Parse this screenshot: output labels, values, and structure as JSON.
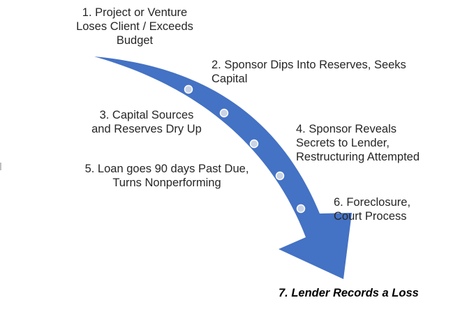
{
  "diagram": {
    "colors": {
      "arrow": "#4472c4",
      "dot_fill": "#c9d3e6",
      "dot_stroke": "#ffffff",
      "text": "#262626",
      "final_text": "#000000"
    },
    "steps": [
      {
        "id": 1,
        "text": "1. Project or Venture\nLoses Client / Exceeds\nBudget"
      },
      {
        "id": 2,
        "text": "2. Sponsor Dips Into Reserves, Seeks\nCapital"
      },
      {
        "id": 3,
        "text": "3. Capital Sources\nand Reserves Dry Up"
      },
      {
        "id": 4,
        "text": "4. Sponsor Reveals\nSecrets to Lender,\nRestructuring Attempted"
      },
      {
        "id": 5,
        "text": "5. Loan goes 90 days Past Due,\nTurns Nonperforming"
      },
      {
        "id": 6,
        "text": "6. Foreclosure,\nCourt Process"
      },
      {
        "id": 7,
        "text": "7. Lender Records a Loss"
      }
    ]
  }
}
